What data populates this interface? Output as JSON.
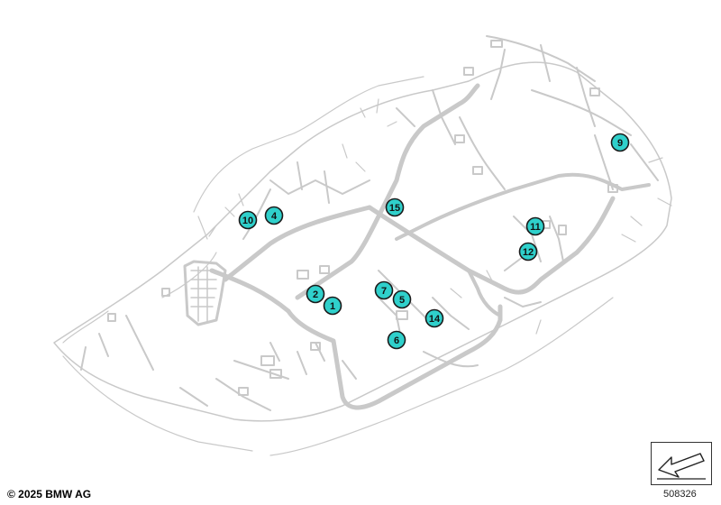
{
  "diagram": {
    "markers": [
      "1",
      "2",
      "4",
      "5",
      "6",
      "7",
      "9",
      "10",
      "11",
      "12",
      "14",
      "15"
    ],
    "marker_fill": "#2fd0cb",
    "marker_stroke": "#1a1a1a",
    "harness_color": "#c9c9c9",
    "icons": [
      "car-wiring-harness-drawing",
      "back-arrow-icon"
    ]
  },
  "footer": {
    "copyright": "© 2025 BMW AG",
    "figure_number": "508326"
  }
}
